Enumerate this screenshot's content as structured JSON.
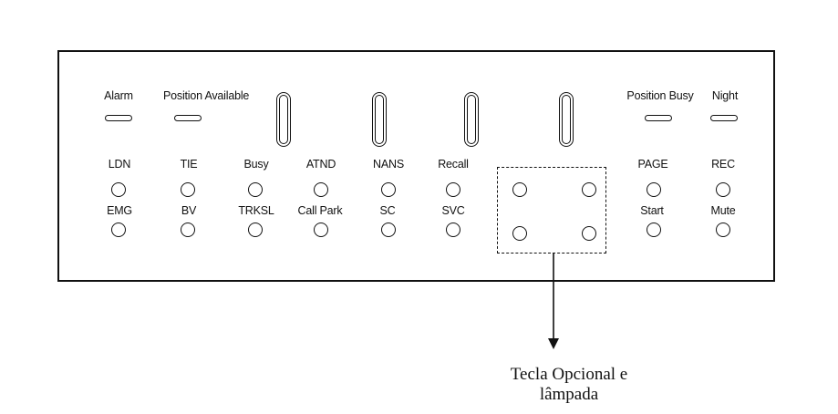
{
  "top_labels": {
    "alarm": "Alarm",
    "position_available": "Position Available",
    "position_busy": "Position Busy",
    "night": "Night"
  },
  "row1_labels": [
    "LDN",
    "TIE",
    "Busy",
    "ATND",
    "NANS",
    "Recall",
    "PAGE",
    "REC"
  ],
  "row2_labels": [
    "EMG",
    "BV",
    "TRKSL",
    "Call Park",
    "SC",
    "SVC",
    "Start",
    "Mute"
  ],
  "caption": {
    "line1": "Tecla Opcional e",
    "line2": "lâmpada"
  },
  "icons": {
    "indicator_lamp": "dash-lamp",
    "key": "circle-key",
    "slot": "rounded-slot"
  },
  "colors": {
    "line": "#111111",
    "background": "#ffffff"
  }
}
